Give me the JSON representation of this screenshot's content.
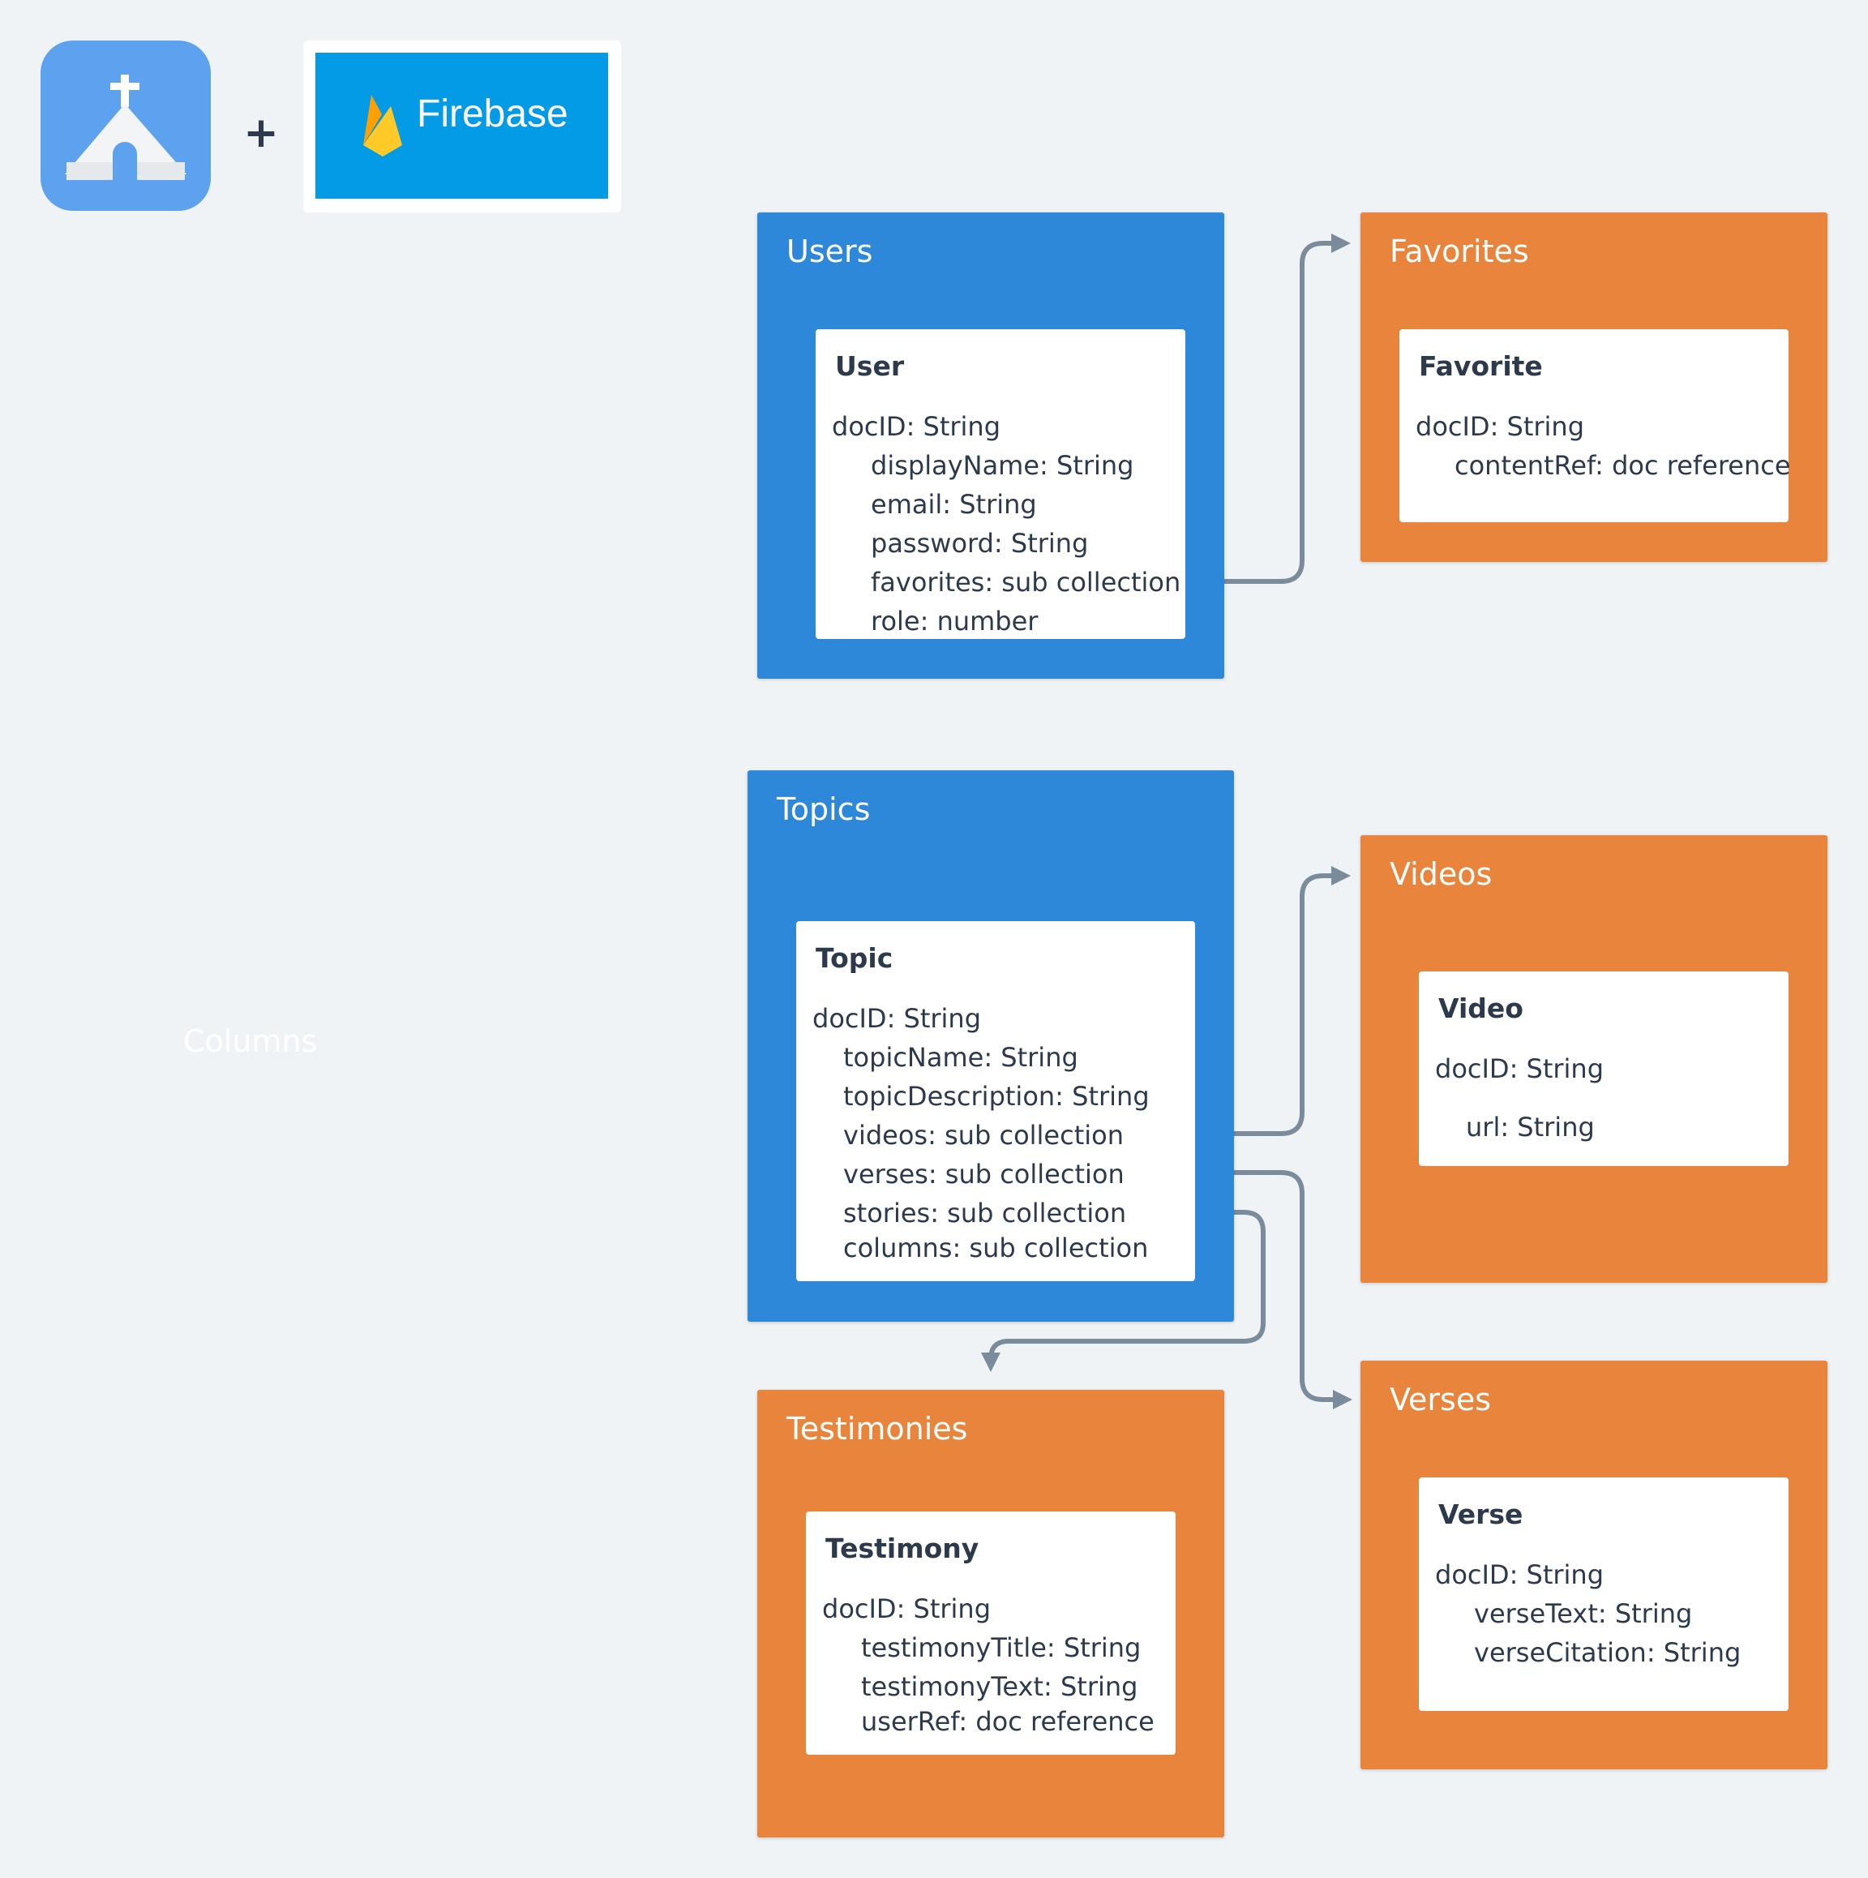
{
  "header": {
    "app_icon": "church-icon",
    "plus": "+",
    "firebase_logo": "firebase-flame-icon",
    "firebase_label": "Firebase"
  },
  "float_label": "Columns",
  "collections": {
    "users": {
      "title": "Users",
      "doc_title": "User",
      "doc_id": "docID: String",
      "fields": [
        "displayName: String",
        "email: String",
        "password: String",
        "favorites: sub collection",
        "role: number"
      ]
    },
    "favorites": {
      "title": "Favorites",
      "doc_title": "Favorite",
      "doc_id": "docID: String",
      "fields": [
        "contentRef: doc reference"
      ]
    },
    "topics": {
      "title": "Topics",
      "doc_title": "Topic",
      "doc_id": "docID: String",
      "fields": [
        "topicName: String",
        "topicDescription: String",
        "videos: sub collection",
        "verses: sub collection",
        "stories: sub collection",
        "columns: sub collection"
      ]
    },
    "videos": {
      "title": "Videos",
      "doc_title": "Video",
      "doc_id": "docID: String",
      "fields": [
        "url: String"
      ]
    },
    "testimonies": {
      "title": "Testimonies",
      "doc_title": "Testimony",
      "doc_id": "docID: String",
      "fields": [
        "testimonyTitle: String",
        "testimonyText: String",
        "userRef: doc reference"
      ]
    },
    "verses": {
      "title": "Verses",
      "doc_title": "Verse",
      "doc_id": "docID: String",
      "fields": [
        "verseText: String",
        "verseCitation: String"
      ]
    }
  },
  "colors": {
    "background": "#eff3f6",
    "root_collection": "#2e88d9",
    "sub_collection": "#e8843b",
    "connector": "#7a8b9c",
    "text_dark": "#2d3a4b"
  }
}
